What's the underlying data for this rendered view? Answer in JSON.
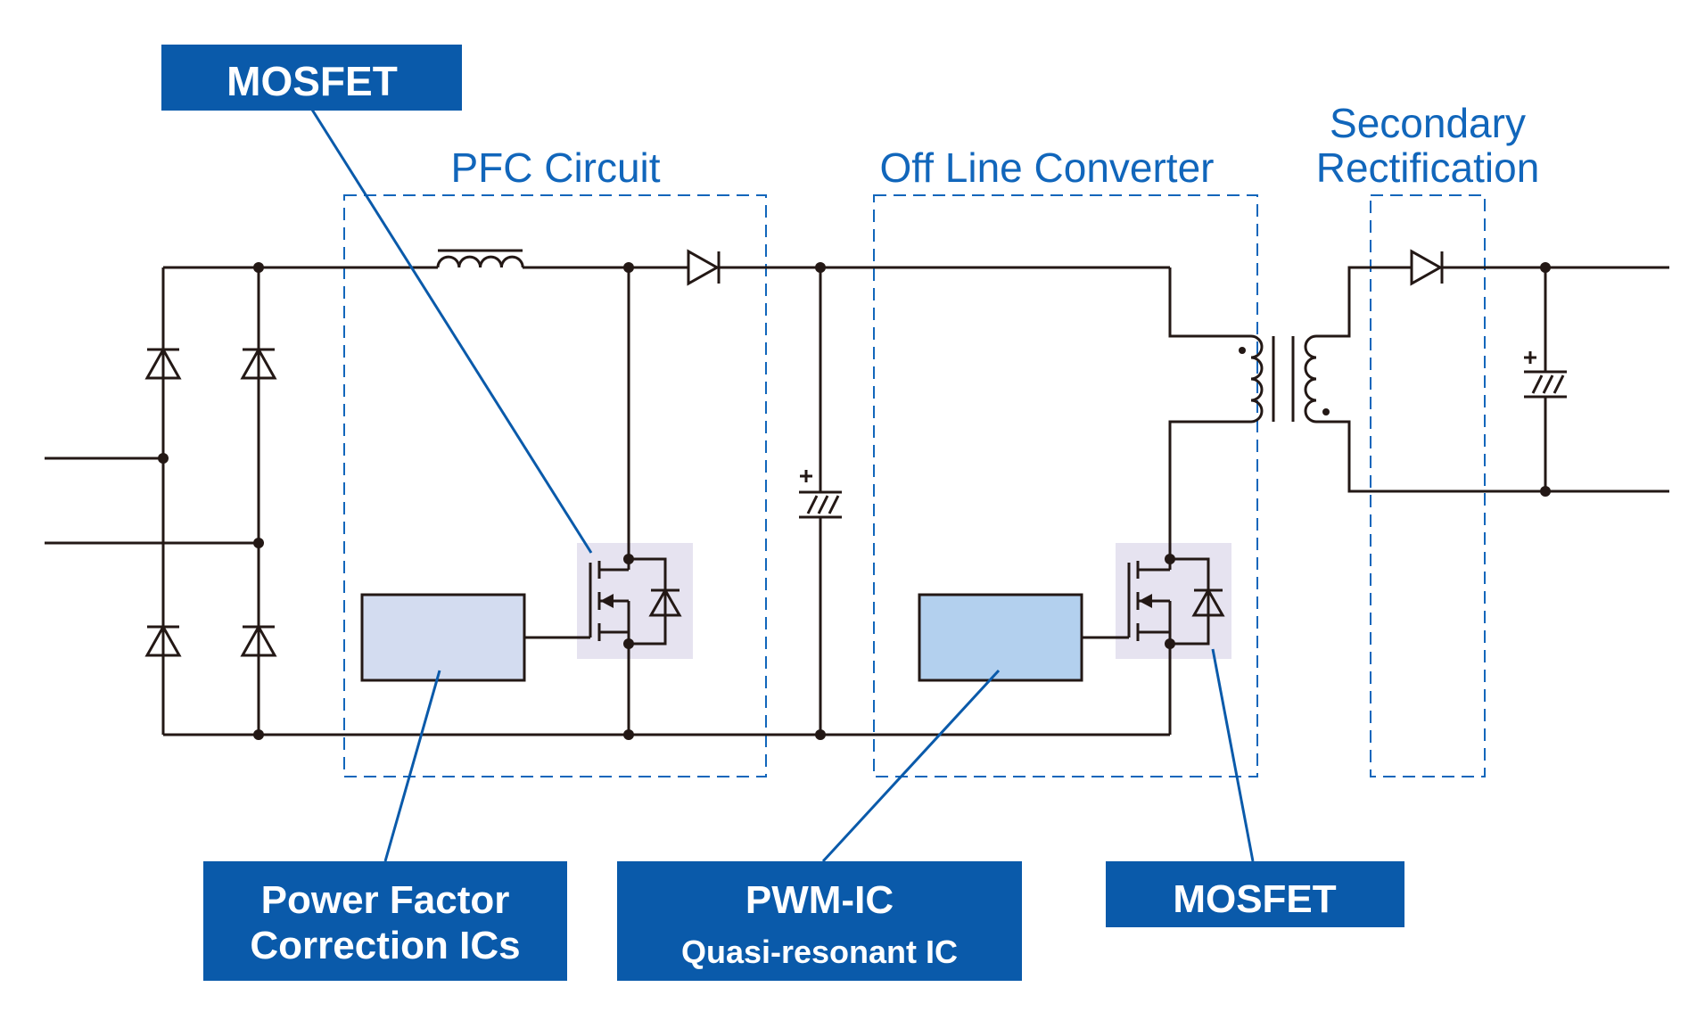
{
  "sections": {
    "pfc": "PFC Circuit",
    "offline": "Off Line Converter",
    "secondary_line1": "Secondary",
    "secondary_line2": "Rectification"
  },
  "labels": {
    "mosfet_top": "MOSFET",
    "pfc_ic_line1": "Power Factor",
    "pfc_ic_line2": "Correction ICs",
    "pwm_ic_line1": "PWM-IC",
    "pwm_ic_line2": "Quasi-resonant IC",
    "mosfet_bottom": "MOSFET"
  },
  "colors": {
    "accent": "#0a5aaa",
    "wire": "#231815",
    "dashed": "#1166bb",
    "pfc_ic_fill": "#d3dcf0",
    "pwm_ic_fill": "#b3d0ee",
    "mosfet_bg": "#e6e3f0"
  }
}
